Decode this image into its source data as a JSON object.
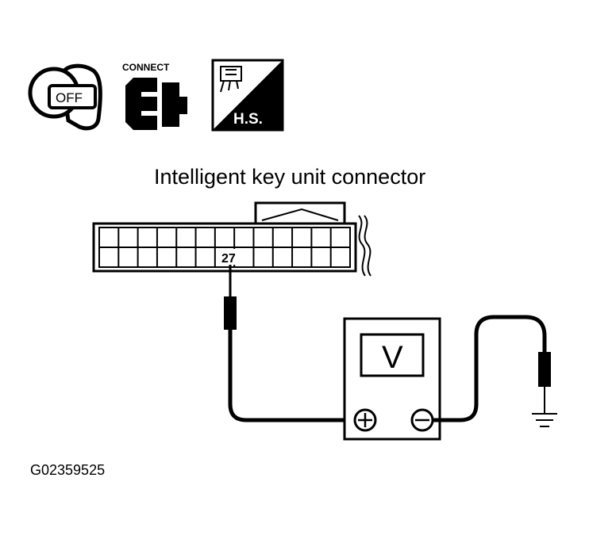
{
  "icons": {
    "ignition": {
      "label": "OFF",
      "icon": "ignition-key-off-icon"
    },
    "connector": {
      "label": "CONNECT",
      "icon": "connector-connect-icon"
    },
    "harness": {
      "label": "H.S.",
      "icon": "harness-side-icon"
    }
  },
  "diagram": {
    "title": "Intelligent key unit connector",
    "terminal_label": "27",
    "meter_symbol": "V",
    "positive_symbol": "+",
    "negative_symbol": "−"
  },
  "figure_code": "G02359525"
}
